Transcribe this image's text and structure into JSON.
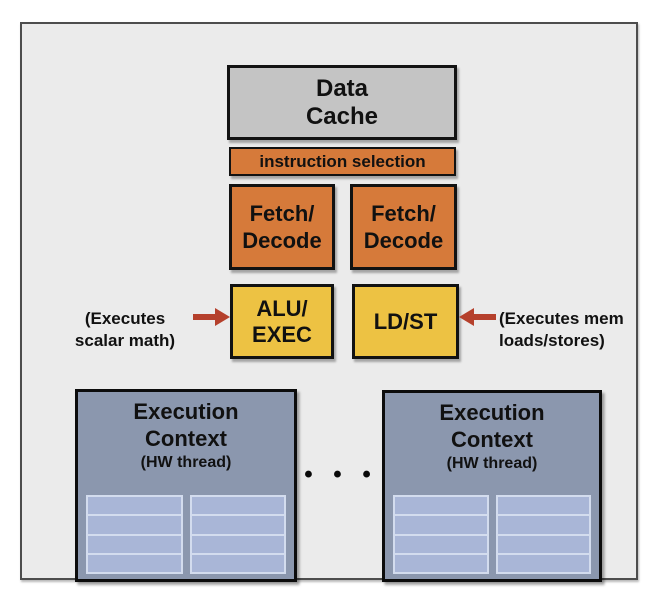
{
  "diagram": {
    "data_cache": {
      "lines": [
        "Data",
        "Cache"
      ]
    },
    "instruction_selection": {
      "label": "instruction selection"
    },
    "fetch_decode_left": {
      "lines": [
        "Fetch/",
        "Decode"
      ]
    },
    "fetch_decode_right": {
      "lines": [
        "Fetch/",
        "Decode"
      ]
    },
    "alu_exec": {
      "lines": [
        "ALU/",
        "EXEC"
      ]
    },
    "ld_st": {
      "label": "LD/ST"
    },
    "annotation_left": {
      "lines": [
        "(Executes",
        "scalar math)"
      ]
    },
    "annotation_right": {
      "lines": [
        "(Executes mem",
        "loads/stores)"
      ]
    },
    "execution_context_left": {
      "lines": [
        "Execution",
        "Context"
      ],
      "subtitle": "(HW thread)"
    },
    "execution_context_right": {
      "lines": [
        "Execution",
        "Context"
      ],
      "subtitle": "(HW thread)"
    },
    "ellipsis": "• • •",
    "colors": {
      "frame_bg": "#ebebeb",
      "cache_fill": "#c4c4c4",
      "orange_fill": "#d67a3a",
      "yellow_fill": "#edc243",
      "context_fill": "#8b97ae",
      "register_fill": "#a9b6d7",
      "register_border": "#d3dcee",
      "arrow_red": "#b5402c"
    }
  }
}
